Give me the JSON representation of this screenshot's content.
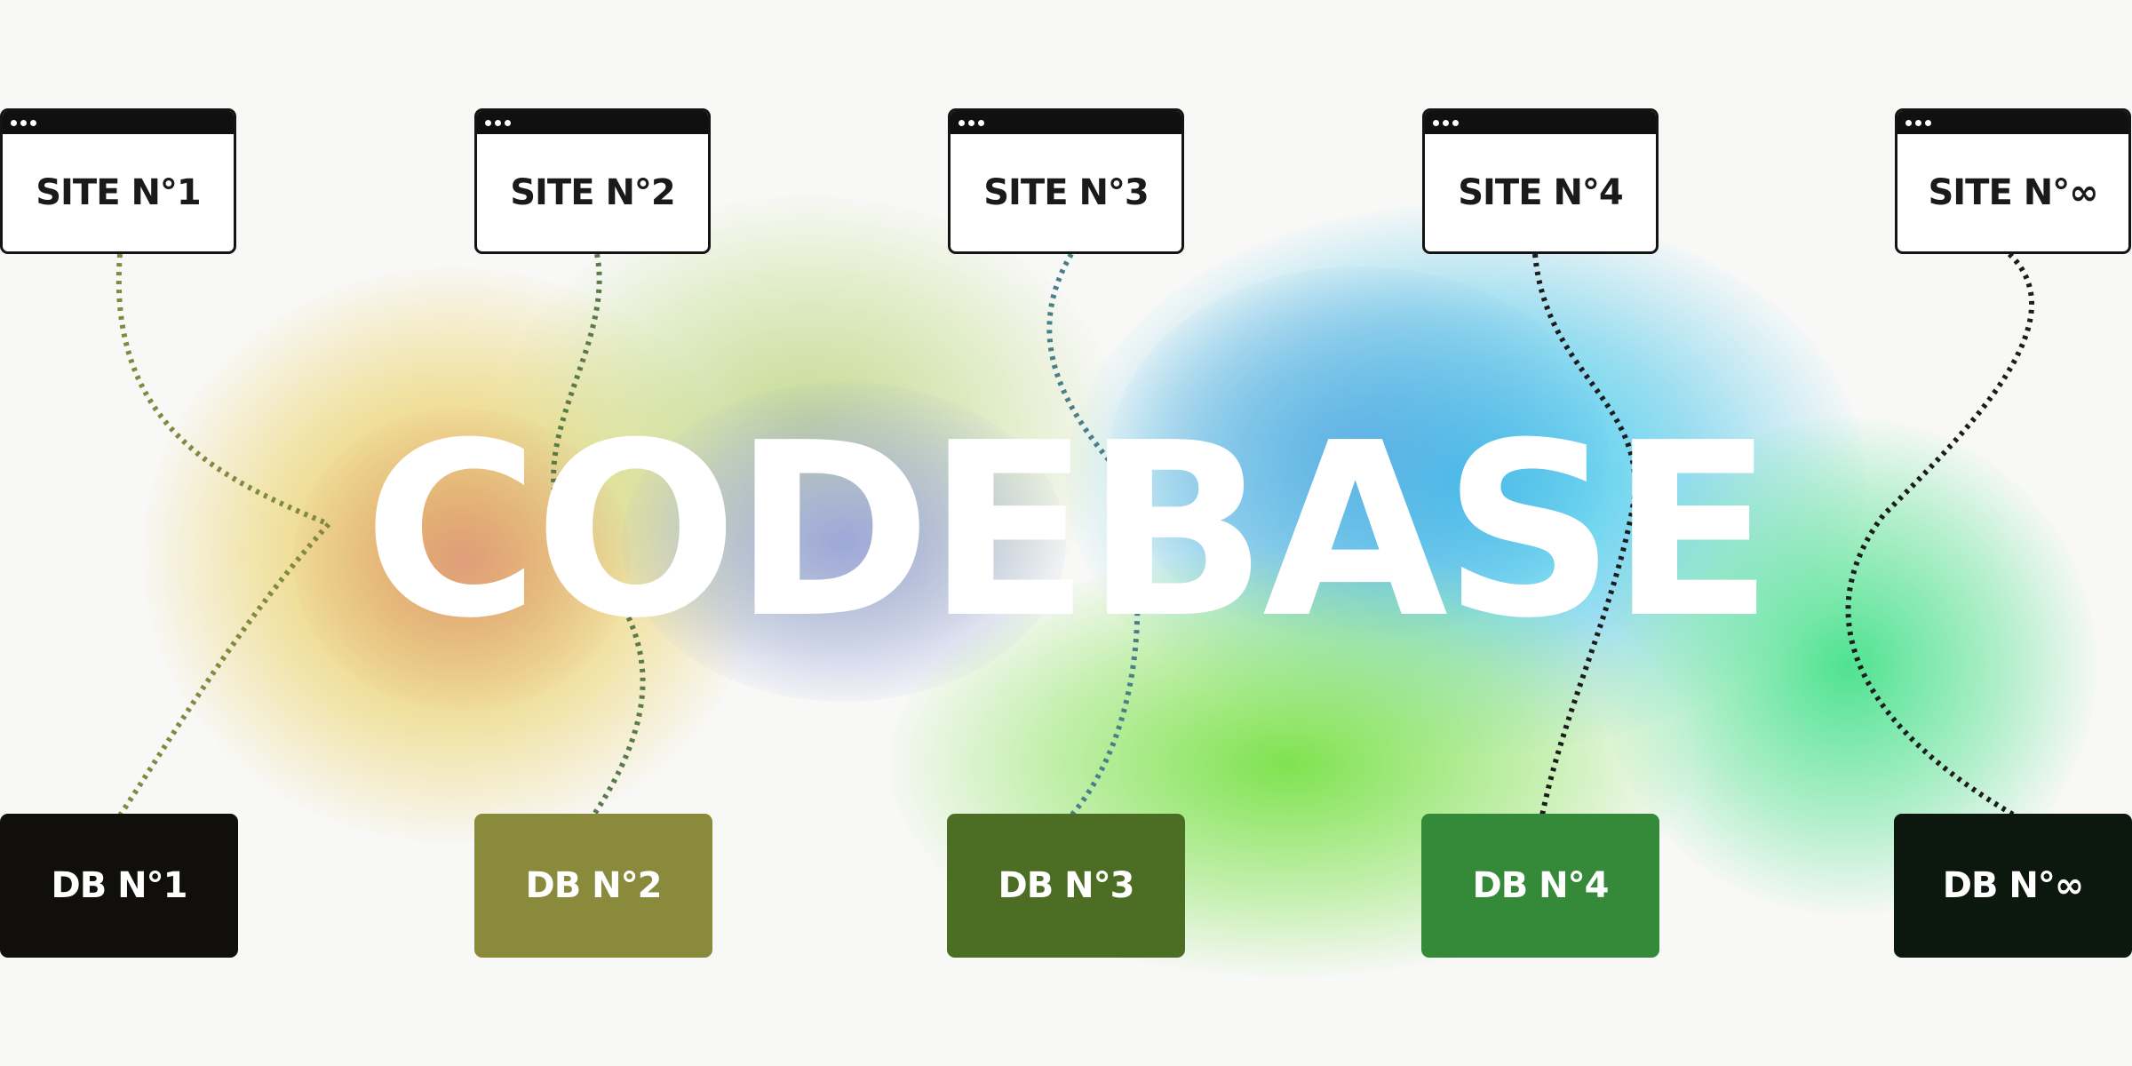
{
  "headline": "CODEBASE",
  "sites": [
    {
      "label": "SITE N°1",
      "line_color": "#1c1c1c"
    },
    {
      "label": "SITE N°2",
      "line_color": "#7f8a3e"
    },
    {
      "label": "SITE N°3",
      "line_color": "#5b7a4a"
    },
    {
      "label": "SITE N°4",
      "line_color": "#4a7f8a"
    },
    {
      "label": "SITE N°∞",
      "line_color": "#1c1c1c"
    }
  ],
  "databases": [
    {
      "label": "DB N°1",
      "color": "#100f0b"
    },
    {
      "label": "DB N°2",
      "color": "#8a8a3c"
    },
    {
      "label": "DB N°3",
      "color": "#4c6e24"
    },
    {
      "label": "DB N°4",
      "color": "#348a38"
    },
    {
      "label": "DB N°∞",
      "color": "#0c170d"
    }
  ],
  "colors": {
    "background": "#f8f8f7",
    "window_border": "#141414",
    "headline": "#ffffff"
  }
}
